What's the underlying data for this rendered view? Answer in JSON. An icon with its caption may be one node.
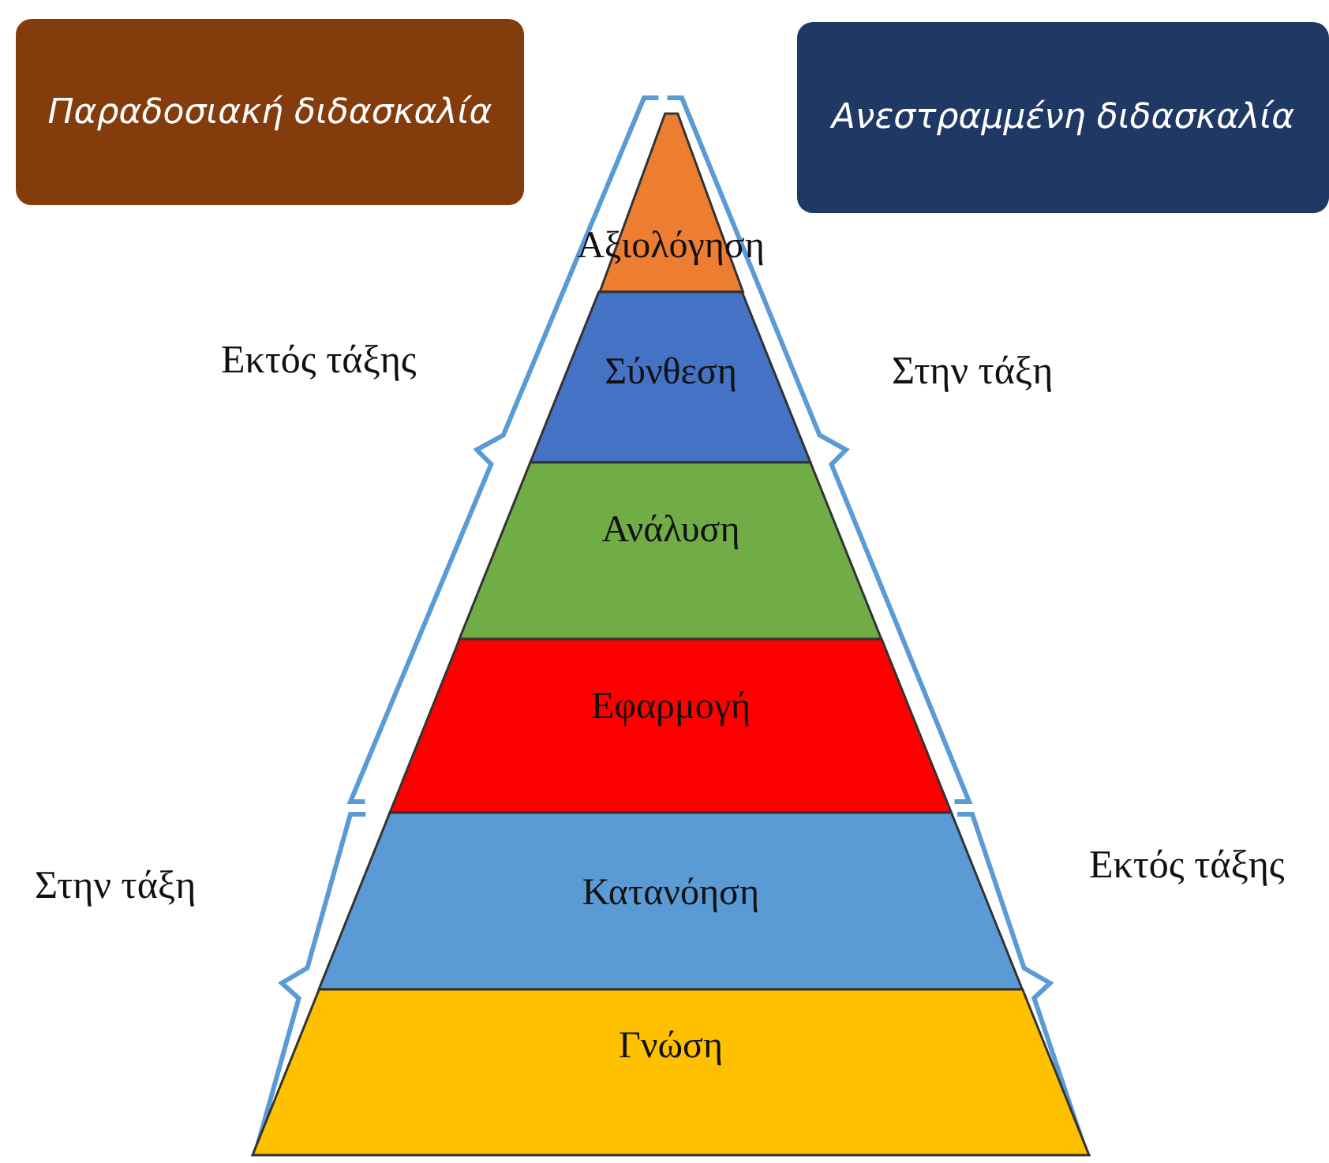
{
  "diagram": {
    "nodes": [
      {
        "text": [
          "Παραδοσιακή διδασκαλία"
        ]
      },
      {
        "text": [
          "Ανεστραμμένη διδασκαλία"
        ]
      },
      {
        "text": [
          "Αξιολόγηση"
        ]
      },
      {
        "text": [
          "Σύνθεση"
        ]
      },
      {
        "text": [
          "Ανάλυση"
        ]
      },
      {
        "text": [
          "Εφαρμογή"
        ]
      },
      {
        "text": [
          "Κατανόηση"
        ]
      },
      {
        "text": [
          "Γνώση"
        ]
      }
    ],
    "labels": [
      "Εκτός τάξης",
      "Στην τάξη",
      "Στην τάξη",
      "Εκτός τάξης"
    ]
  }
}
